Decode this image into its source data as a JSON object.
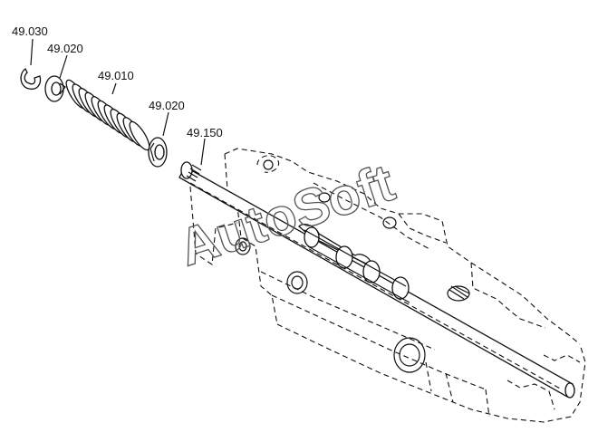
{
  "callouts": {
    "snap_ring": "49.030",
    "washer_outer": "49.020",
    "spring": "49.010",
    "washer_inner": "49.020",
    "shaft": "49.150"
  },
  "watermark": "AutoSoft"
}
